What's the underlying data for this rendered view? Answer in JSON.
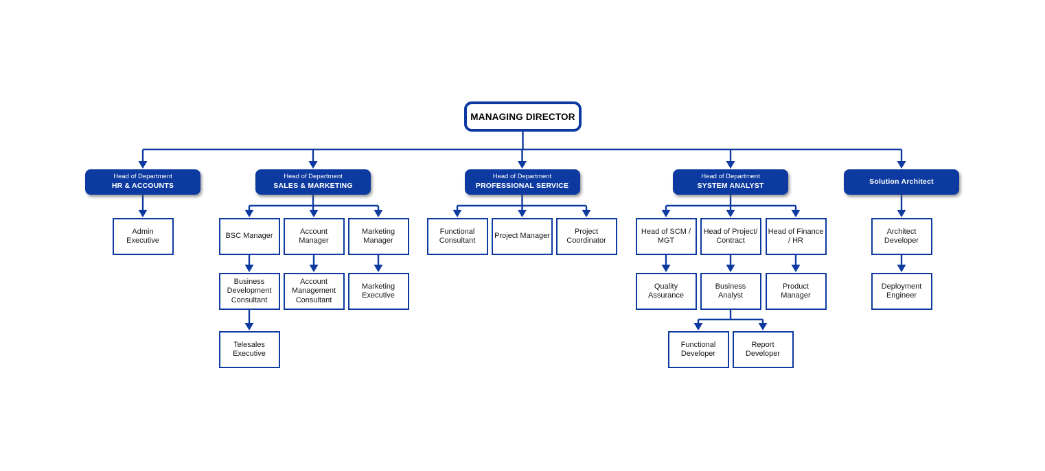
{
  "colors": {
    "accent": "#0D3AA0",
    "box_background": "#FFFFFF",
    "text_dark": "#141414",
    "text_light": "#FFFFFF"
  },
  "root": {
    "label": "MANAGING DIRECTOR"
  },
  "level2": [
    {
      "line1": "Head of Department",
      "line2": "HR & ACCOUNTS"
    },
    {
      "line1": "Head of Department",
      "line2": "SALES & MARKETING"
    },
    {
      "line1": "Head of Department",
      "line2": "PROFESSIONAL SERVICE"
    },
    {
      "line1": "Head of Department",
      "line2": "SYSTEM ANALYST"
    },
    {
      "line1": "",
      "line2": "Solution Architect"
    }
  ],
  "roles": {
    "admin_executive": "Admin Executive",
    "bsc_manager": "BSC Manager",
    "account_manager": "Account Manager",
    "marketing_manager": "Marketing Manager",
    "functional_consultant": "Functional Consultant",
    "project_manager": "Project Manager",
    "project_coordinator": "Project Coordinator",
    "head_scm": "Head of SCM / MGT",
    "head_project": "Head of Project/ Contract",
    "head_finance": "Head of Finance / HR",
    "architect_developer": "Architect Developer",
    "business_dev_consultant": "Business Development Consultant",
    "account_mgmt_consultant": "Account Management Consultant",
    "marketing_executive": "Marketing Executive",
    "quality_assurance": "Quality Assurance",
    "business_analyst": "Business Analyst",
    "product_manager": "Product Manager",
    "deployment_engineer": "Deployment Engineer",
    "telesales_executive": "Telesales Executive",
    "functional_developer": "Functional Developer",
    "report_developer": "Report Developer"
  }
}
